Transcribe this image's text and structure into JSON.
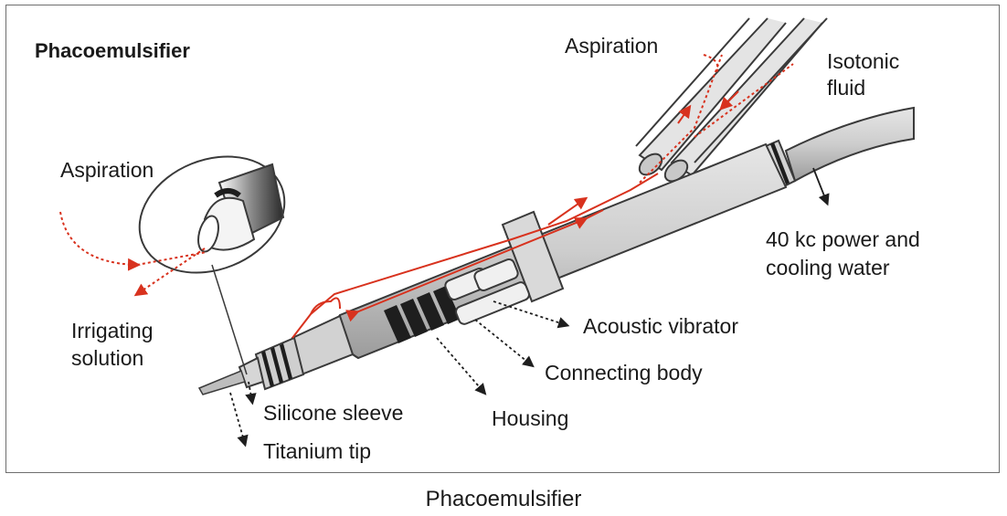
{
  "title": "Phacoemulsifier",
  "caption": "Phacoemulsifier",
  "labels": {
    "aspiration_top": "Aspiration",
    "isotonic_line1": "Isotonic",
    "isotonic_line2": "fluid",
    "aspiration_left": "Aspiration",
    "power_line1": "40 kc power and",
    "power_line2": "cooling water",
    "irrigating_line1": "Irrigating",
    "irrigating_line2": "solution",
    "acoustic_vibrator": "Acoustic vibrator",
    "connecting_body": "Connecting body",
    "housing": "Housing",
    "silicone_sleeve": "Silicone sleeve",
    "titanium_tip": "Titanium tip"
  },
  "colors": {
    "flow": "#d8321e",
    "outline": "#3a3a3a",
    "body_fill": "#d2d2d2",
    "dark": "#1e1e1e"
  }
}
